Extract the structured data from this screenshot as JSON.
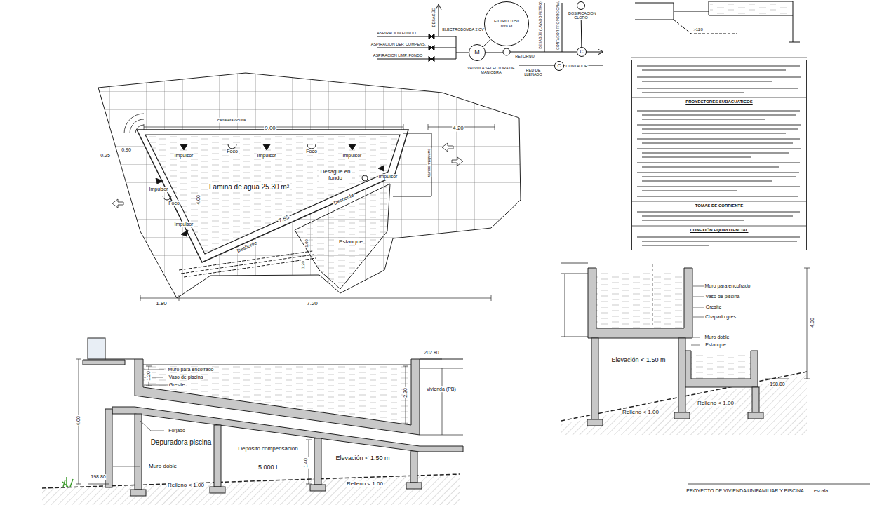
{
  "diagram": {
    "nodes": [
      {
        "text": [
          "FILTRO 1050 mm Ø"
        ]
      },
      {
        "text": [
          "M"
        ]
      },
      {
        "text": [
          "DOSIFICACION CLORO"
        ]
      },
      {
        "text": [
          "C"
        ]
      },
      {
        "text": [
          "C"
        ]
      },
      {
        "text": [
          "PROYECTORES SUBACUATICOS",
          "TOMAS DE CORRIENTE",
          "CONEXIÓN EQUIPOTENCIAL"
        ]
      }
    ],
    "edges": [
      {
        "from": 1,
        "to": 0,
        "arrow": "none"
      },
      {
        "from": 3,
        "to": 2,
        "arrow": "none"
      }
    ],
    "labels": [
      "DESAGÜE",
      "ASPIRACION FONDO",
      "ASPIRACION DEP. COMPENS.",
      "ASPIRACION LIMP. FONDO",
      "ELECTROBOMBA 2 CV",
      "VALVULA SELECTORA DE MANIOBRA",
      "DESAGÜE (LAVADO FILTRO)",
      "CONTADOR PROPORCIONAL",
      "RETORNO",
      "RED DE LLENADO",
      "CONTADOR",
      ">120",
      "canaleta oculta",
      "9.00",
      "4.20",
      "0.25",
      "0.90",
      "Impulsor",
      "Impulsor",
      "Impulsor",
      "Impulsor",
      "Impulsor",
      "Impulsor",
      "Foco",
      "Foco",
      "Foco",
      "Lamina de agua 25.30 m²",
      "Desagüe en fondo",
      "4.00",
      "7.55",
      "Desborde",
      "Desborde",
      "Estanque",
      "1.90",
      "0.20",
      "1.80",
      "7.20",
      "canaleta oculta",
      "Muro para encofrado",
      "Vaso de piscina",
      "Gresite",
      "202.80",
      "1.20",
      "2.20",
      "4.00",
      "Forjado",
      "Depuradora piscina",
      "Muro doble",
      "Deposito compensacion",
      "5.000 L",
      "1.40",
      "Elevación < 1.50 m",
      "vivienda (PB)",
      "198.80",
      "Relleno < 1.00",
      "Relleno < 1.00",
      "Muro para encofrado",
      "Vaso de piscina",
      "Gresite",
      "Chapado gres",
      "Muro doble",
      "Estanque",
      "4.00",
      "Elevación < 1.50 m",
      "198.80",
      "Relleno < 1.00",
      "Relleno < 1.00",
      "PROYECTO DE VIVIENDA UNIFAMILIAR Y PISCINA",
      "escala"
    ]
  }
}
